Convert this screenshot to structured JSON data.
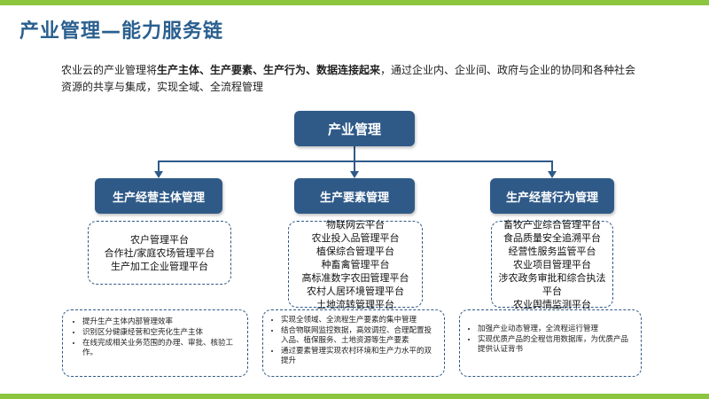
{
  "title": "产业管理—能力服务链",
  "intro": {
    "p1": "农业云的产业管理将",
    "b1": "生产主体、生产要素、生产行为、数据连接起来",
    "p2": "，通过企业内、企业间、政府与企业的协同和各种社会资源的共享与集成，实现全域、全流程管理"
  },
  "root": "产业管理",
  "branches": [
    {
      "title": "生产经营主体管理",
      "platforms": [
        "农户管理平台",
        "合作社/家庭农场管理平台",
        "生产加工企业管理平台"
      ],
      "notes": [
        "提升生产主体内部管理效率",
        "识别区分健康经营和空壳化生产主体",
        "在线完成相关业务范围的办理、审批、核验工作。"
      ]
    },
    {
      "title": "生产要素管理",
      "platforms": [
        "物联网云平台",
        "农业投入品管理平台",
        "植保综合管理平台",
        "种畜禽管理平台",
        "高标准数字农田管理平台",
        "农村人居环境管理平台",
        "土地流转管理平台"
      ],
      "notes": [
        "实现全领域、全流程生产要素的集中管理",
        "结合物联网监控数据，高效调控、合理配置投入品、植保服务、土地资源等生产要素",
        "通过要素管理实现农村环境和生产力水平的双提升"
      ]
    },
    {
      "title": "生产经营行为管理",
      "platforms": [
        "畜牧产业综合管理平台",
        "食品质量安全追溯平台",
        "经营性服务监管平台",
        "农业项目管理平台",
        "涉农政务审批和综合执法",
        "平台",
        "农业舆情监测平台"
      ],
      "notes": [
        "加强产业动态管理，全流程运行管理",
        "实现优质产品的全程信用数据库，为优质产品提供认证背书"
      ]
    }
  ]
}
